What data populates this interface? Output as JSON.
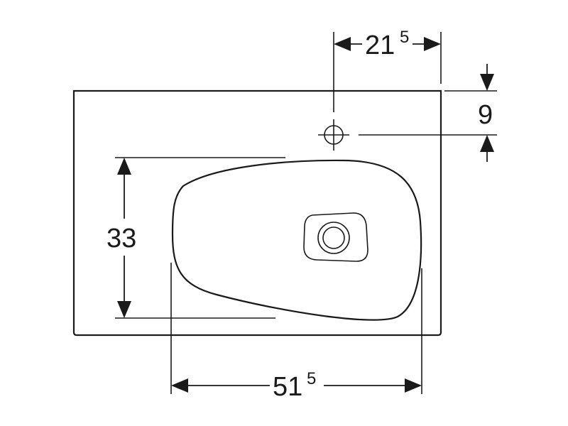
{
  "dimensions": {
    "tap_offset": {
      "main": "21",
      "superscript": "5"
    },
    "tap_depth": {
      "main": "9"
    },
    "bowl_depth": {
      "main": "33"
    },
    "bowl_width": {
      "main": "51",
      "superscript": "5"
    }
  }
}
